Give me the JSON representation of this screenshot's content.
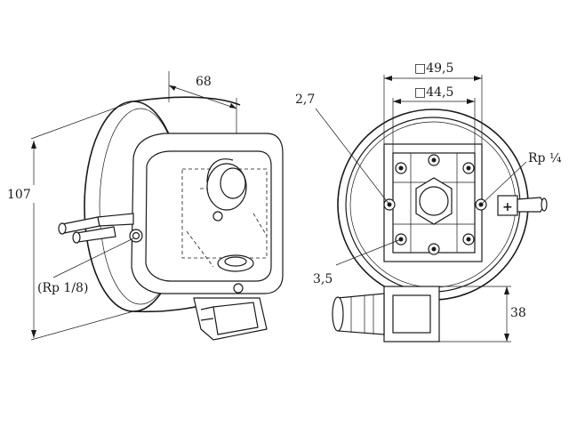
{
  "dimensions": {
    "depth": "68",
    "diameter": "107",
    "square_outer": "□49,5",
    "square_inner": "□44,5",
    "hole_large": "2,7",
    "hole_small": "3,5",
    "height_connector": "38"
  },
  "callouts": {
    "thread_side": "(Rp 1/8)",
    "thread_front": "Rp ¼",
    "plus_sign": "+"
  }
}
